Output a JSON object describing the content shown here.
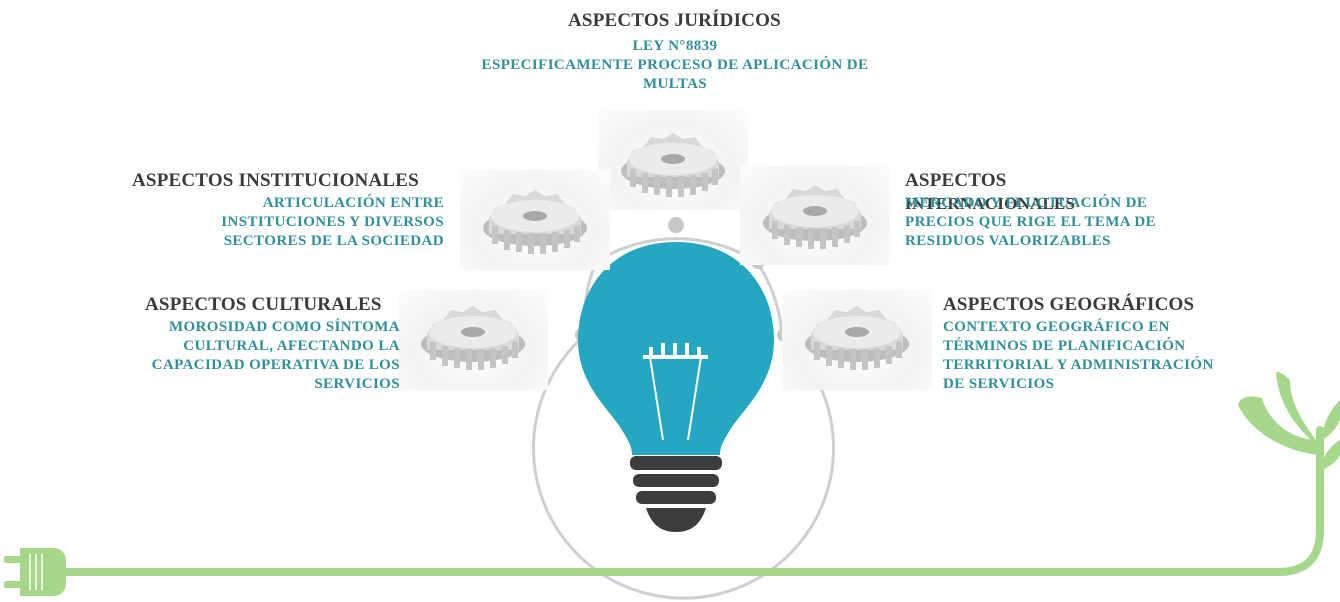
{
  "aspects": {
    "juridicos": {
      "title": "ASPECTOS JURÍDICOS",
      "line1": "LEY N°8839",
      "line2": "ESPECIFICAMENTE PROCESO DE APLICACIÓN DE",
      "line3": "MULTAS"
    },
    "institucionales": {
      "title": "ASPECTOS INSTITUCIONALES",
      "line1": "ARTICULACIÓN ENTRE",
      "line2": "INSTITUCIONES Y DIVERSOS",
      "line3": "SECTORES DE LA SOCIEDAD"
    },
    "internacionales": {
      "title1": "ASPECTOS",
      "title2": "INTERNACIONALES",
      "line1": "MERCADO Y FLUCTUACIÓN DE",
      "line2": "PRECIOS QUE RIGE EL TEMA DE",
      "line3": "RESIDUOS VALORIZABLES"
    },
    "culturales": {
      "title": "ASPECTOS CULTURALES",
      "line1": "MOROSIDAD COMO SÍNTOMA",
      "line2": "CULTURAL, AFECTANDO LA",
      "line3": "CAPACIDAD OPERATIVA DE LOS",
      "line4": "SERVICIOS"
    },
    "geograficos": {
      "title": "ASPECTOS GEOGRÁFICOS",
      "line1": "CONTEXTO GEOGRÁFICO EN",
      "line2": "TÉRMINOS DE PLANIFICACIÓN",
      "line3": "TERRITORIAL Y ADMINISTRACIÓN",
      "line4": "DE SERVICIOS"
    }
  },
  "colors": {
    "bulb": "#26a7c1",
    "bulb_base": "#3d3d3d",
    "cord": "#a6d88b",
    "leaf": "#a6d88b",
    "title_text": "#3a3a3a",
    "desc_text": "#2f8f9a",
    "ring": "#cfcfcf"
  },
  "icons": [
    "gear-icon",
    "light-bulb-icon",
    "plug-icon",
    "plant-sprout-icon"
  ]
}
